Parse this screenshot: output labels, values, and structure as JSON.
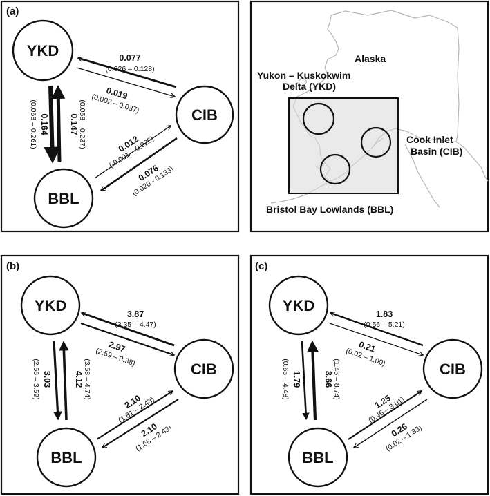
{
  "panels": {
    "a": {
      "label": "(a)",
      "nodes": {
        "ykd": "YKD",
        "cib": "CIB",
        "bbl": "BBL"
      },
      "edges": {
        "cib_to_ykd": {
          "value": "0.077",
          "ci": "(0.026 – 0.128)"
        },
        "ykd_to_cib": {
          "value": "0.019",
          "ci": "(0.002 – 0.037)"
        },
        "ykd_to_bbl": {
          "value": "0.164",
          "ci": "(0.068 – 0.261)"
        },
        "bbl_to_ykd": {
          "value": "0.147",
          "ci": "(0.058 – 0.237)"
        },
        "bbl_to_cib": {
          "value": "0.012",
          "ci": "(-0.001 – 0.026)"
        },
        "cib_to_bbl": {
          "value": "0.076",
          "ci": "(0.020 - 0.133)"
        }
      }
    },
    "b": {
      "label": "(b)",
      "nodes": {
        "ykd": "YKD",
        "cib": "CIB",
        "bbl": "BBL"
      },
      "edges": {
        "cib_to_ykd": {
          "value": "3.87",
          "ci": "(3.35 – 4.47)"
        },
        "ykd_to_cib": {
          "value": "2.97",
          "ci": "(2.59 – 3.38)"
        },
        "ykd_to_bbl": {
          "value": "3.03",
          "ci": "(2.56 – 3.59)"
        },
        "bbl_to_ykd": {
          "value": "4.12",
          "ci": "(3.58 – 4.74)"
        },
        "bbl_to_cib": {
          "value": "2.10",
          "ci": "(1.81 – 2.43)"
        },
        "cib_to_bbl": {
          "value": "2.10",
          "ci": "(1.68 – 2.43)"
        }
      }
    },
    "c": {
      "label": "(c)",
      "nodes": {
        "ykd": "YKD",
        "cib": "CIB",
        "bbl": "BBL"
      },
      "edges": {
        "cib_to_ykd": {
          "value": "1.83",
          "ci": "(0.56 – 5.21)"
        },
        "ykd_to_cib": {
          "value": "0.21",
          "ci": "(0.02 – 1.00)"
        },
        "ykd_to_bbl": {
          "value": "1.79",
          "ci": "(0.65 – 4.48)"
        },
        "bbl_to_ykd": {
          "value": "3.66",
          "ci": "(1.46 – 8.74)"
        },
        "bbl_to_cib": {
          "value": "1.25",
          "ci": "(0.46 – 3.01)"
        },
        "cib_to_bbl": {
          "value": "0.26",
          "ci": "(0.02 – 1.33)"
        }
      }
    }
  },
  "map": {
    "alaska": "Alaska",
    "ykd_line1": "Yukon – Kuskokwim",
    "ykd_line2": "Delta (YKD)",
    "cib_line1": "Cook Inlet",
    "cib_line2": "Basin (CIB)",
    "bbl": "Bristol Bay Lowlands (BBL)"
  }
}
